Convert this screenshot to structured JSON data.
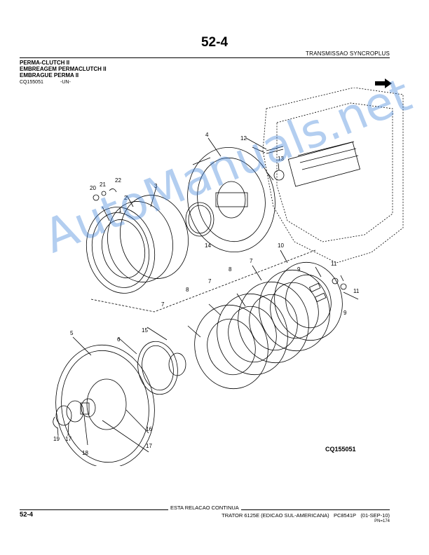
{
  "header": {
    "page_number": "52-4",
    "section_title": "TRANSMISSAO SYNCROPLUS",
    "headings": [
      "PERMA-CLUTCH II",
      "EMBREAGEM PERMACLUTCH II",
      "EMBRAGUE PERMA II"
    ],
    "ref_code": "CQ155051",
    "unit": "-UN-"
  },
  "diagram": {
    "code": "CQ155051",
    "callouts": [
      "1",
      "2",
      "3",
      "4",
      "5",
      "6",
      "7",
      "7",
      "7",
      "8",
      "8",
      "9",
      "9",
      "10",
      "11",
      "11",
      "12",
      "13",
      "14",
      "15",
      "16",
      "17",
      "17",
      "18",
      "19",
      "20",
      "21",
      "22"
    ]
  },
  "watermark": "AutoManuals.net",
  "footer": {
    "continue_note": "ESTA RELACAO CONTINUA",
    "page_number": "52-4",
    "model": "TRATOR 6125E (EDICAO SUL-AMERICANA)",
    "catalog": "PC8541P",
    "date": "(01-SEP-10)",
    "pn": "PN=174"
  },
  "colors": {
    "watermark": "#3a7fd9",
    "ink": "#000000"
  }
}
